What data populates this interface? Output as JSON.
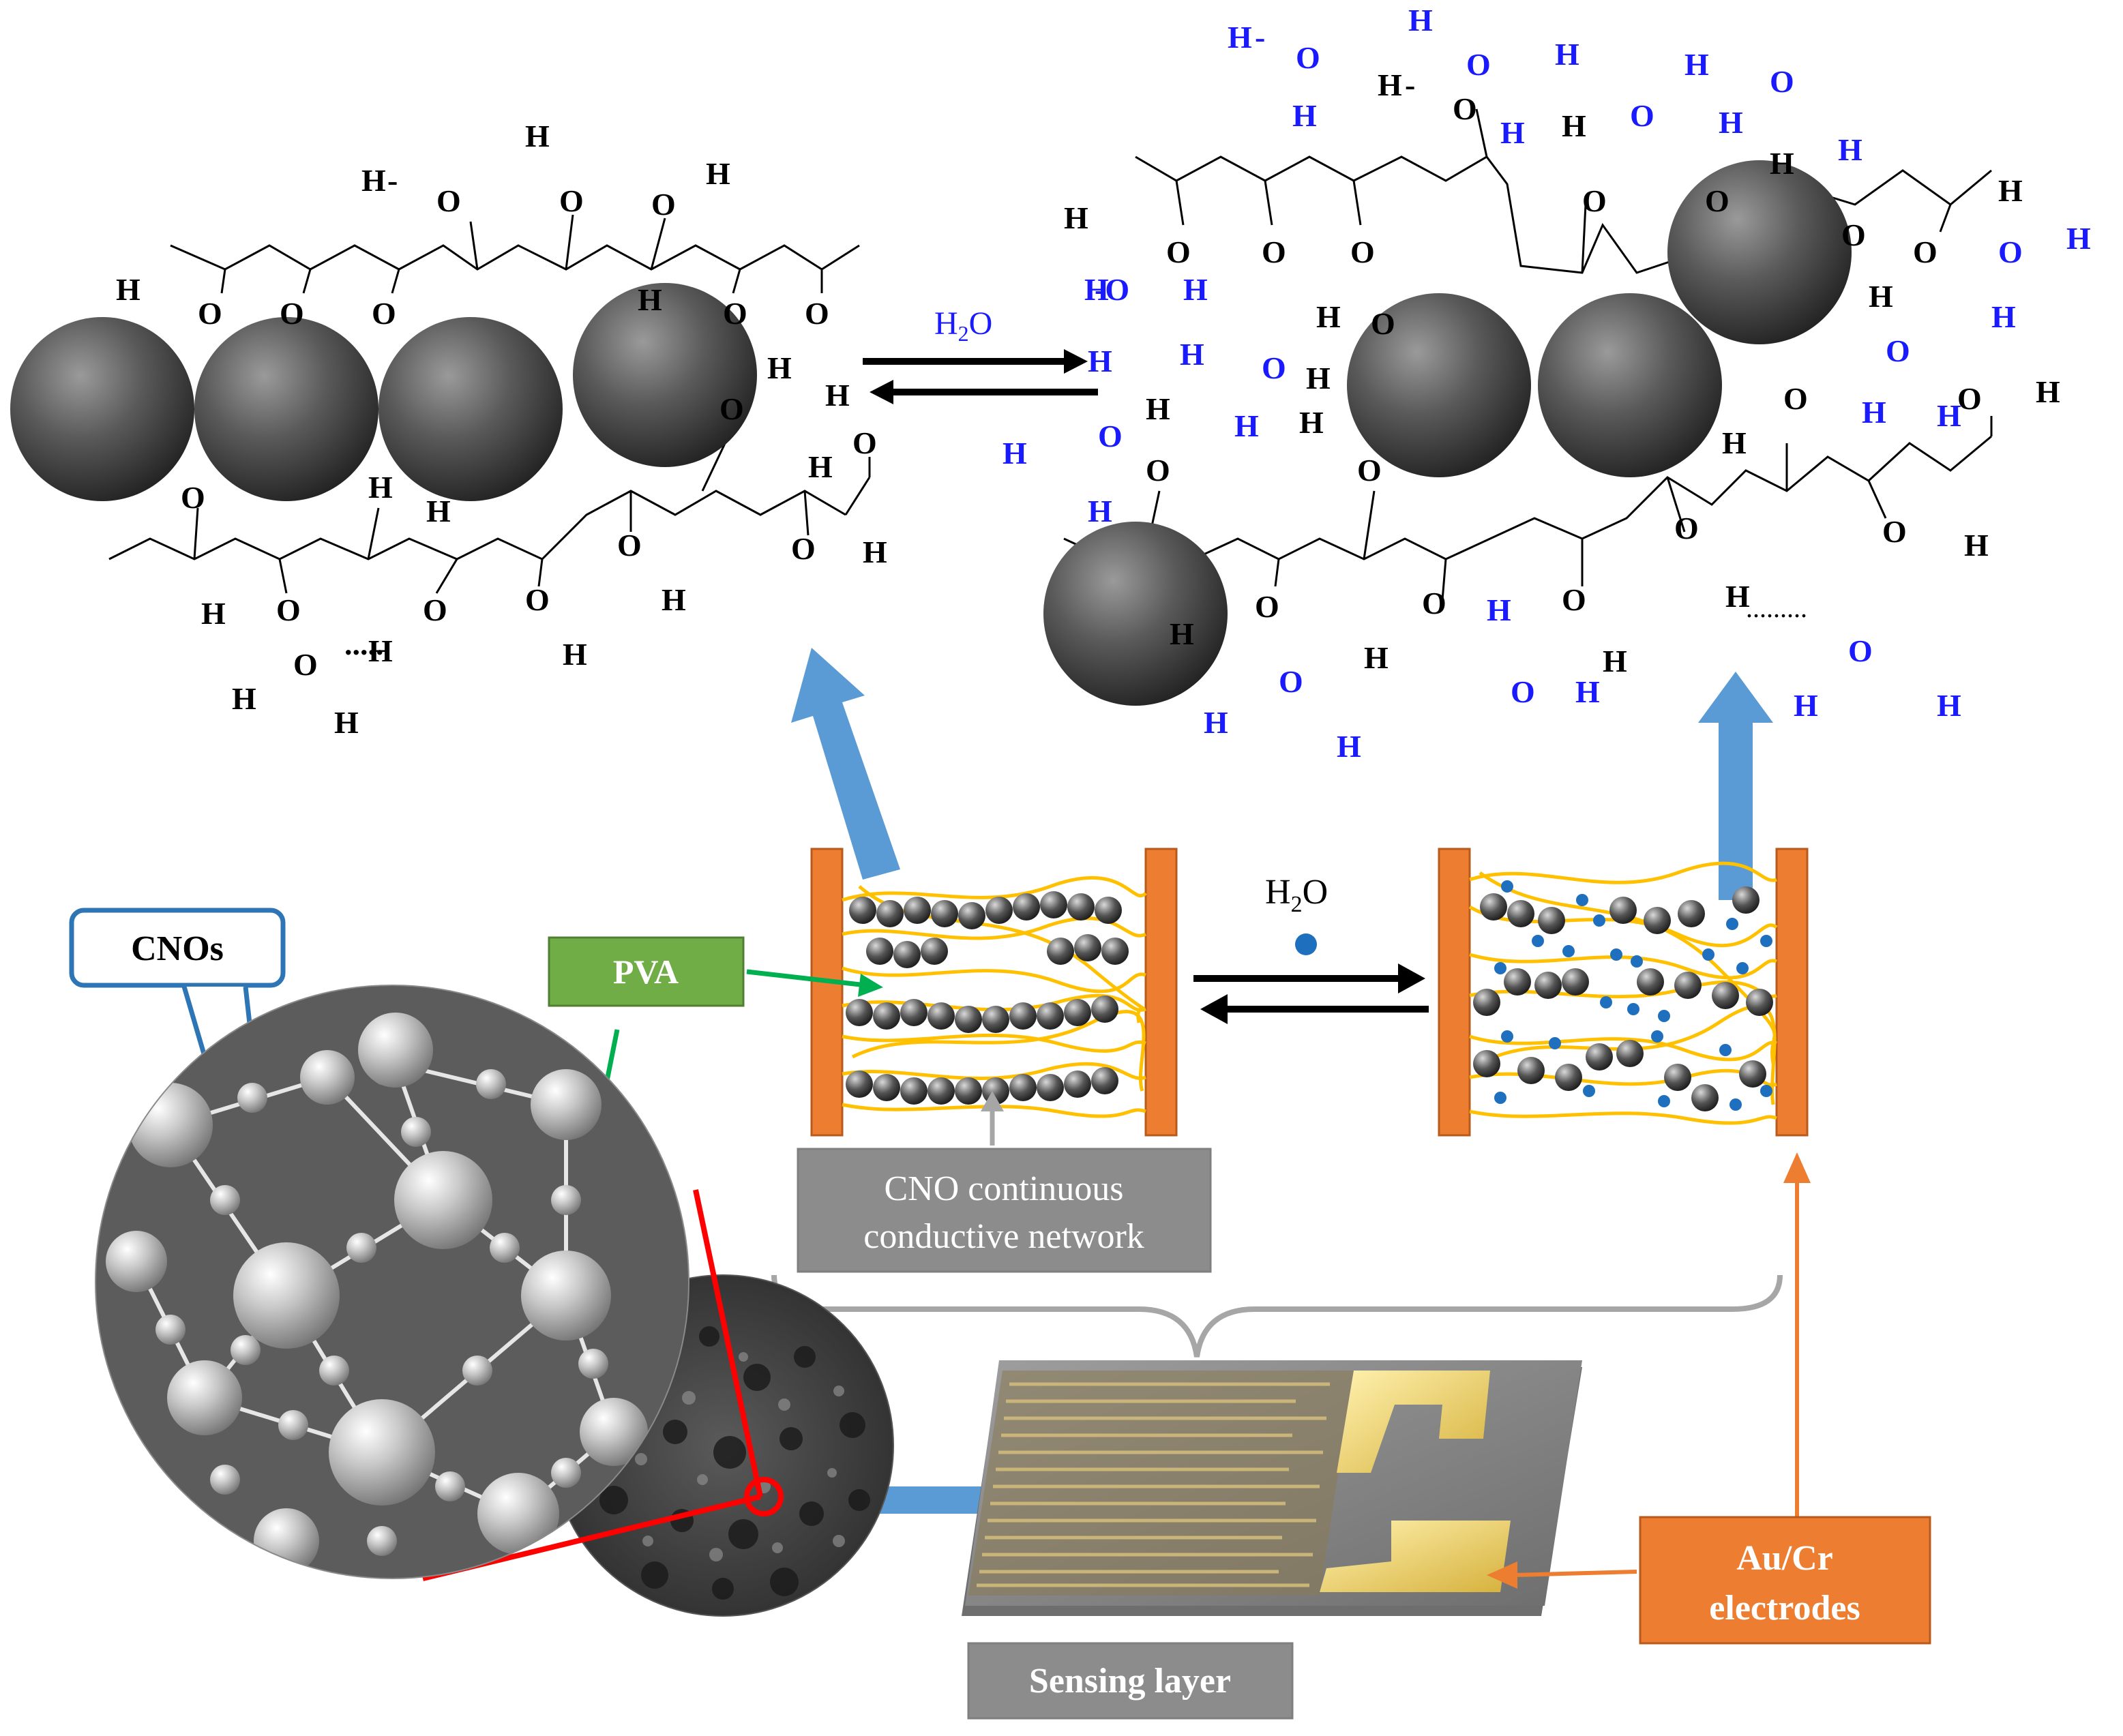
{
  "h2o_label": {
    "main": "H",
    "sub": "2",
    "tail": "O"
  },
  "callouts": {
    "cnos": "CNOs",
    "pva": "PVA",
    "network_line1": "CNO continuous",
    "network_line2": "conductive network",
    "electrodes_line1": "Au/Cr",
    "electrodes_line2": "electrodes",
    "sensing_layer": "Sensing layer"
  },
  "atoms": {
    "hydrogen": "H",
    "oxygen": "O"
  },
  "colors": {
    "polymer_atoms": "#000000",
    "water_atoms": "#1a1aff",
    "flow_arrow": "#5b9bd5",
    "electrode_bar": "#ed7d31",
    "pva_box": "#70ad47",
    "cnos_box_border": "#2e75b6",
    "network_box": "#8c8c8c",
    "pva_fiber": "#ffc000",
    "water_dot": "#1f6fbf",
    "zoom_outline": "#ff0000"
  }
}
